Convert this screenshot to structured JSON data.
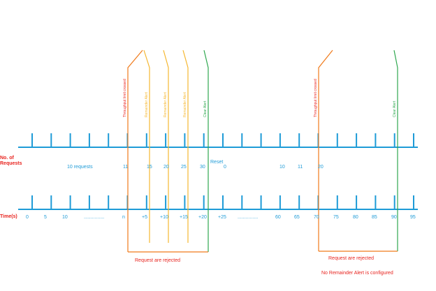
{
  "labels": {
    "no_of": "No. of",
    "requests": "Requests",
    "time": "Time(s)",
    "reset": "Reset",
    "rejected_1": "Request are rejected",
    "rejected_2": "Request are rejected",
    "no_remainder": "No Remainder Alert is configured",
    "ten_requests": "10 requests"
  },
  "request_ticks": [
    "11",
    "15",
    "20",
    "25",
    "30",
    "0",
    "10",
    "11",
    "20"
  ],
  "time_ticks": [
    "0",
    "5",
    "10",
    "...............",
    "n",
    "+5",
    "+10",
    "+15",
    "+20",
    "+25",
    "...............",
    "60",
    "65",
    "70",
    "75",
    "80",
    "85",
    "90",
    "95"
  ],
  "alerts": {
    "throughput_1": "Throughput limit crossed",
    "remainder_1": "Remainder Alert",
    "remainder_2": "Remainder Alert",
    "remainder_3": "Remainder Alert",
    "clear_1": "Clear Alert",
    "throughput_2": "Throughput limit crossed",
    "clear_2": "Clear Alert"
  },
  "colors": {
    "axis": "#1e9bd7",
    "red": "#e8241f",
    "orange": "#f07a1a",
    "yellow": "#f5b731",
    "green": "#2fa84f"
  }
}
